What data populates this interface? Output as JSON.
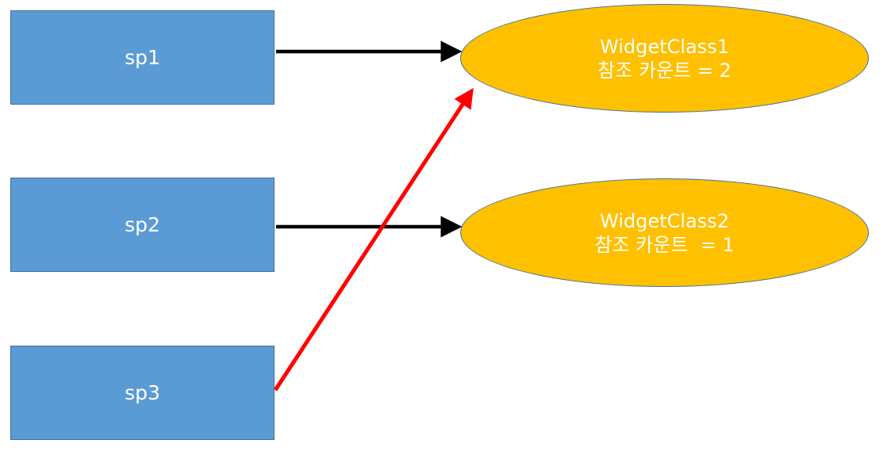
{
  "boxes": [
    {
      "label": "sp1"
    },
    {
      "label": "sp2"
    },
    {
      "label": "sp3"
    }
  ],
  "objects": [
    {
      "name": "WidgetClass1",
      "ref_count": "참조 카운트 = 2"
    },
    {
      "name": "WidgetClass2",
      "ref_count": "참조 카운트  = 1"
    }
  ],
  "colors": {
    "box_fill": "#5b9bd5",
    "ellipse_fill": "#ffc000",
    "arrow_black": "#000000",
    "arrow_red": "#ff0000"
  }
}
